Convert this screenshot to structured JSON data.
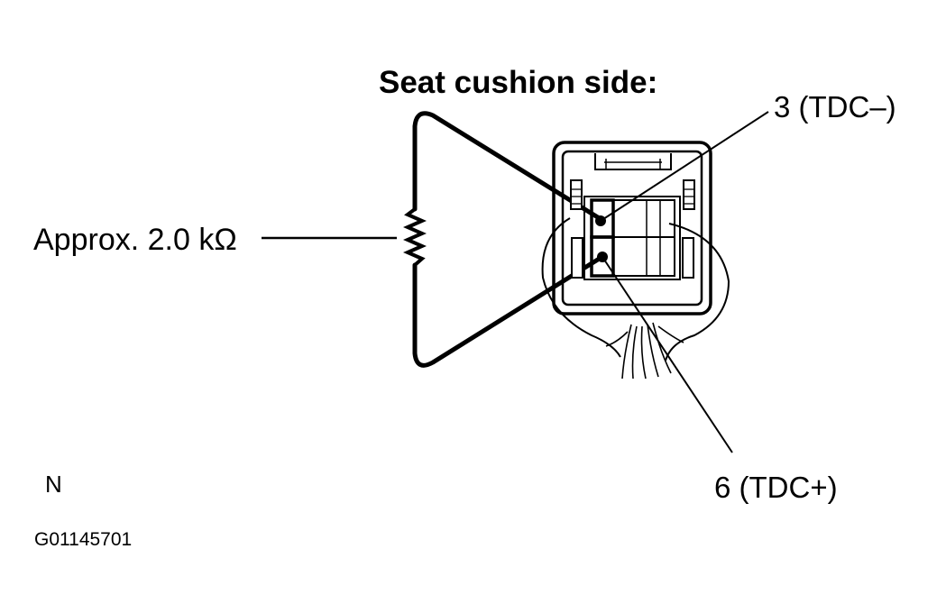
{
  "title": "Seat cushion side:",
  "labels": {
    "pin3": "3 (TDC–)",
    "pin6": "6 (TDC+)",
    "resistance": "Approx. 2.0 kΩ"
  },
  "footer": {
    "note": "N",
    "figure_id": "G01145701"
  }
}
